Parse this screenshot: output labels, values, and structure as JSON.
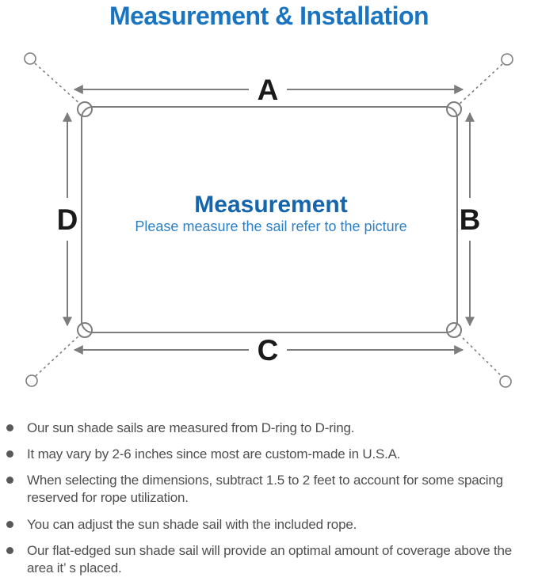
{
  "page": {
    "title": "Measurement & Installation"
  },
  "diagram": {
    "side_labels": {
      "top": "A",
      "right": "B",
      "bottom": "C",
      "left": "D"
    },
    "center": {
      "title": "Measurement",
      "subtitle": "Please measure the sail refer to the picture"
    },
    "icons": [
      "d-ring-corner-loops",
      "anchor-point-circles",
      "dashed-rope-lines",
      "dimension-arrows"
    ]
  },
  "notes": [
    "Our sun shade sails are measured from D-ring to D-ring.",
    "It may vary by 2-6 inches since most are custom-made in U.S.A.",
    "When selecting the dimensions, subtract 1.5 to 2 feet to account for some spacing reserved for rope utilization.",
    "You can adjust the sun shade sail with the included rope.",
    "Our flat-edged sun shade sail will provide an optimal amount of coverage above the area it’ s placed."
  ],
  "colors": {
    "heading_blue": "#1b74c0",
    "center_title_blue": "#1565ad",
    "center_subtitle_blue": "#2e80c4",
    "diagram_gray": "#7d7d7d",
    "side_label_black": "#1a1a1a",
    "note_text_gray": "#4f4f4f"
  }
}
